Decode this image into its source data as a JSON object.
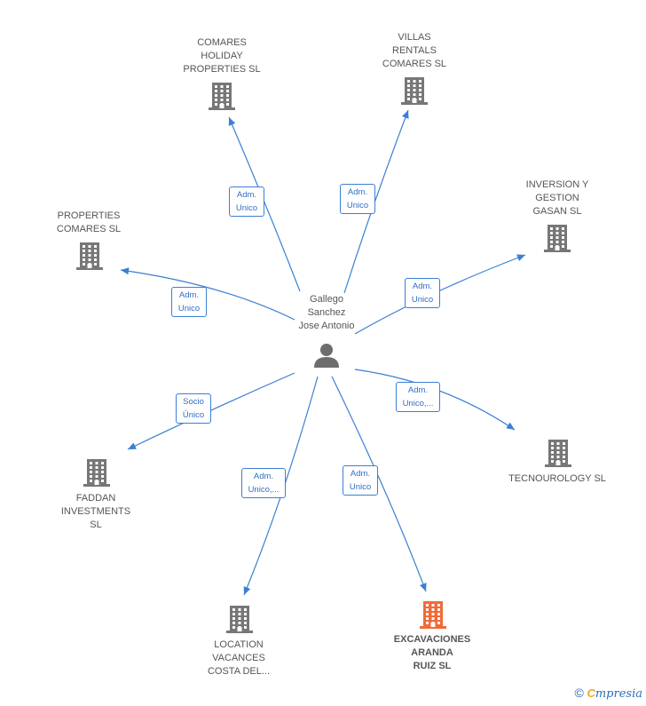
{
  "center": {
    "label": "Gallego\nSanchez\nJose Antonio",
    "icon": "person-icon"
  },
  "colors": {
    "edge": "#3b7fd4",
    "building": "#777777",
    "highlight": "#f26a38"
  },
  "companies": [
    {
      "id": "comares-holiday",
      "label": "COMARES\nHOLIDAY\nPROPERTIES SL",
      "role": "Adm.\nUnico",
      "highlight": false
    },
    {
      "id": "villas-rentals",
      "label": "VILLAS\nRENTALS\nCOMARES  SL",
      "role": "Adm.\nUnico",
      "highlight": false
    },
    {
      "id": "inversion-gestion",
      "label": "INVERSION Y\nGESTION\nGASAN  SL",
      "role": "Adm.\nUnico",
      "highlight": false
    },
    {
      "id": "properties-comares",
      "label": "PROPERTIES\nCOMARES  SL",
      "role": "Adm.\nUnico",
      "highlight": false
    },
    {
      "id": "tecnourology",
      "label": "TECNOUROLOGY SL",
      "role": "Adm.\nUnico,...",
      "highlight": false
    },
    {
      "id": "faddan",
      "label": "FADDAN\nINVESTMENTS\nSL",
      "role": "Socio\nÚnico",
      "highlight": false
    },
    {
      "id": "location-vacances",
      "label": "LOCATION\nVACANCES\nCOSTA DEL...",
      "role": "Adm.\nUnico,...",
      "highlight": false
    },
    {
      "id": "excavaciones",
      "label": "EXCAVACIONES\nARANDA\nRUIZ  SL",
      "role": "Adm.\nUnico",
      "highlight": true
    }
  ],
  "footer": {
    "copyright": "©",
    "brand_first": "C",
    "brand_rest": "mpresia"
  }
}
